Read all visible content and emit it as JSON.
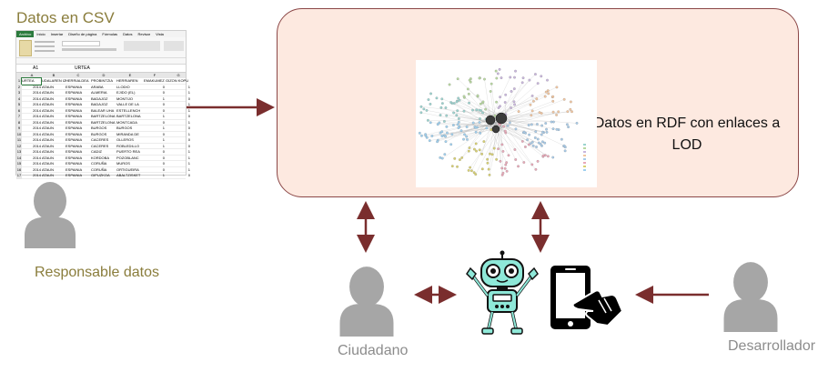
{
  "csv_title": "Datos en CSV",
  "owner_label": "Responsable datos",
  "rdf_label": "Datos en RDF con enlaces a LOD",
  "citizen_label": "Ciudadano",
  "developer_label": "Desarrollador",
  "spreadsheet": {
    "ribbon_tabs": [
      "Archivo",
      "Inicio",
      "Insertar",
      "Diseño de página",
      "Fórmulas",
      "Datos",
      "Revisar",
      "Vista"
    ],
    "cell_ref": "A1",
    "formula_value": "URTEA",
    "column_letters": [
      "A",
      "B",
      "C",
      "D",
      "E",
      "F",
      "G"
    ],
    "header_row": [
      "URTEA",
      "UDALAREN IZ",
      "HERRIALDEA",
      "PROBINTZIA",
      "HERRIAREN",
      "EMAKUMEZ",
      "GIZON KOPU"
    ],
    "rows": [
      [
        "2014",
        "ATAUN",
        "ESPAINIA",
        "ARABA",
        "LLODIO",
        "0",
        "1"
      ],
      [
        "2014",
        "ATAUN",
        "ESPAINIA",
        "ALMERIA",
        "EJIDO (EL)",
        "0",
        "1"
      ],
      [
        "2014",
        "ATAUN",
        "ESPAINIA",
        "BADAJOZ",
        "MONTIJO",
        "1",
        "0"
      ],
      [
        "2014",
        "ATAUN",
        "ESPAINIA",
        "BADAJOZ",
        "VALLE DE LA",
        "0",
        "1"
      ],
      [
        "2014",
        "ATAUN",
        "ESPAINIA",
        "BALEAR UHA",
        "ESTELLENCH",
        "0",
        "1"
      ],
      [
        "2014",
        "ATAUN",
        "ESPAINIA",
        "BARTZELONA",
        "BARTZELONA",
        "1",
        "0"
      ],
      [
        "2014",
        "ATAUN",
        "ESPAINIA",
        "BARTZELONA",
        "MONTCADA",
        "0",
        "1"
      ],
      [
        "2014",
        "ATAUN",
        "ESPAINIA",
        "BURGOS",
        "BURGOS",
        "1",
        "0"
      ],
      [
        "2014",
        "ATAUN",
        "ESPAINIA",
        "BURGOS",
        "MIRANDA DE",
        "0",
        "1"
      ],
      [
        "2014",
        "ATAUN",
        "ESPAINIA",
        "CACERES",
        "OLLEROS",
        "1",
        "0"
      ],
      [
        "2014",
        "ATAUN",
        "ESPAINIA",
        "CACERES",
        "ROBLEDILLO",
        "1",
        "0"
      ],
      [
        "2014",
        "ATAUN",
        "ESPAINIA",
        "CADIZ",
        "PUERTO REA",
        "0",
        "1"
      ],
      [
        "2014",
        "ATAUN",
        "ESPAINIA",
        "KORDOBA",
        "POZOBLANC",
        "0",
        "1"
      ],
      [
        "2014",
        "ATAUN",
        "ESPAINIA",
        "CORUÑA",
        "MUROS",
        "0",
        "1"
      ],
      [
        "2014",
        "ATAUN",
        "ESPAINIA",
        "CORUÑA",
        "ORTIGUEIRA",
        "0",
        "1"
      ],
      [
        "2014",
        "ATAUN",
        "ESPAINIA",
        "GIPUZKOA",
        "ABALTZISKET",
        "1",
        "0"
      ]
    ]
  },
  "colors": {
    "box_fill": "#fde9e0",
    "box_border": "#8b4747",
    "arrow": "#7a2e2e",
    "person": "#a6a6a6",
    "robot": "#8ee8d8",
    "phone": "#000000",
    "csv_title": "#8a7d3c"
  },
  "icons": [
    "spreadsheet-icon",
    "person-icon",
    "robot-icon",
    "smartphone-touch-icon",
    "rdf-graph-image"
  ]
}
